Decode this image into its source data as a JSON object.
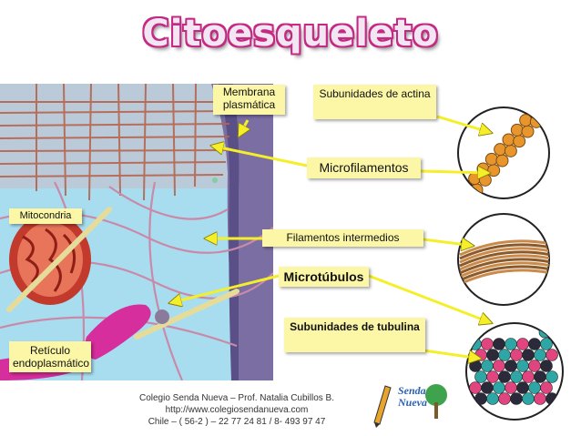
{
  "title": "Citoesqueleto",
  "labels": {
    "membrana": "Membrana plasmática",
    "actina": "Subunidades de actina",
    "microfilamentos": "Microfilamentos",
    "mitocondria": "Mitocondria",
    "intermedios": "Filamentos intermedios",
    "microtubulos": "Microtúbulos",
    "tubulina": "Subunidades de tubulina",
    "reticulo": "Retículo endoplasmático"
  },
  "footer": {
    "line1": "Colegio Senda Nueva – Prof. Natalia Cubillos B.",
    "line2": "http://www.colegiosendanueva.com",
    "line3": "Chile – ( 56-2 ) – 22 77 24 81 / 8- 493 97 47"
  },
  "logo": {
    "line1": "Senda",
    "line2": "Nueva"
  },
  "colors": {
    "title": "#c42a83",
    "label_bg": "#fbf7a6",
    "arrow": "#f5ef2a",
    "cytoplasm": "#a8ddf0",
    "filaments": "#b5654d",
    "actin": "#e8962c",
    "tubulin_teal": "#2ea6a6",
    "tubulin_pink": "#e0457f"
  }
}
